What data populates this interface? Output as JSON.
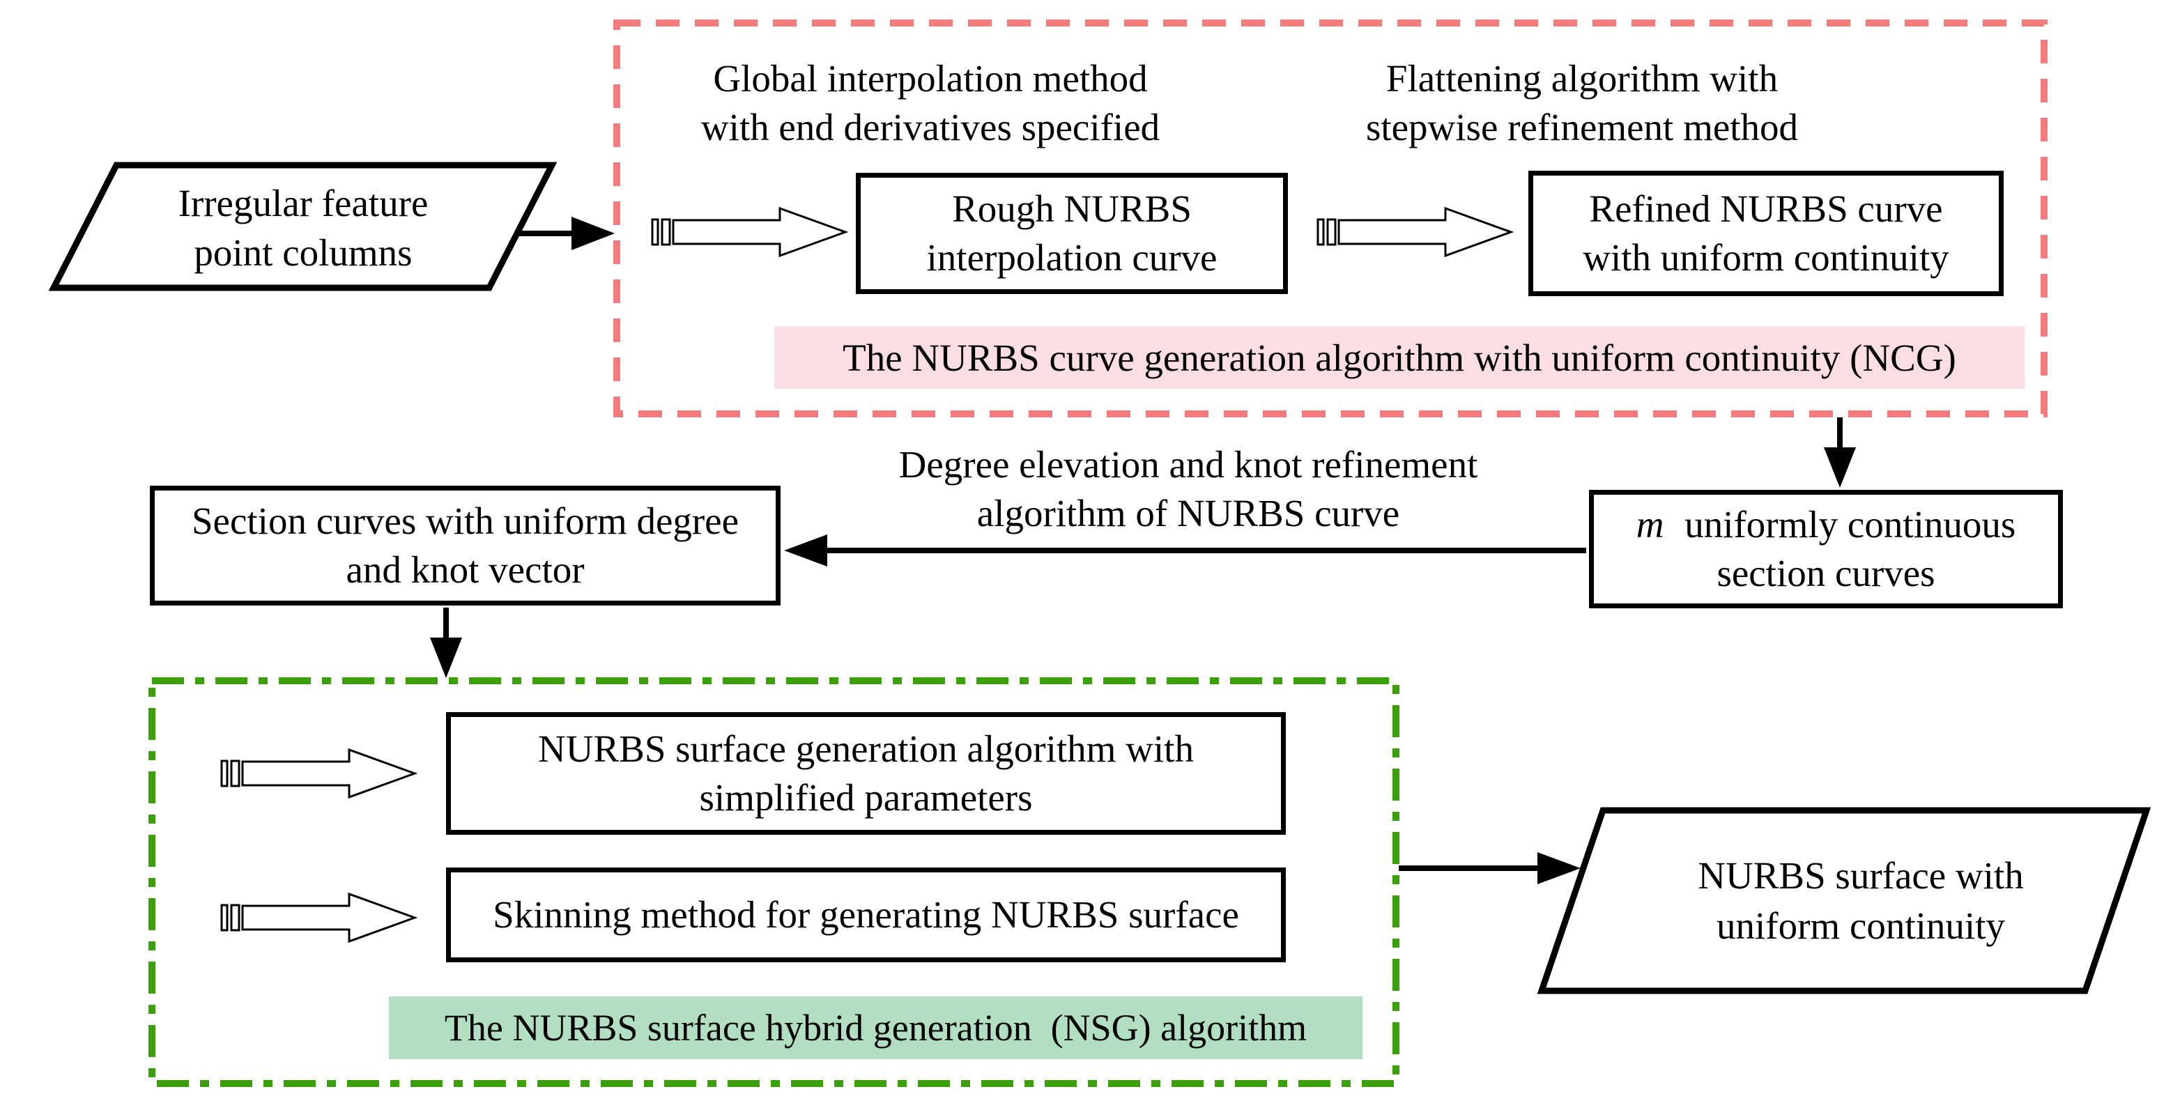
{
  "diagram": {
    "title_domain": "NURBS curve and surface generation flowchart",
    "colors": {
      "background": "#ffffff",
      "line": "#000000",
      "ncg_border": "#F47B7B",
      "ncg_highlight_bg": "#FBDEE3",
      "nsg_border": "#3CA00A",
      "nsg_highlight_bg": "#B2DFC2"
    },
    "icons": {
      "striped_right_arrow": "striped-right-arrow-icon",
      "solid_arrowhead": "arrowhead-icon"
    },
    "nodes": {
      "input_parallelogram": {
        "line1": "Irregular feature",
        "line2": "point columns"
      },
      "caption_global": {
        "line1": "Global interpolation method",
        "line2": "with end derivatives specified"
      },
      "box_rough": {
        "line1": "Rough NURBS",
        "line2": "interpolation curve"
      },
      "caption_flattening": {
        "line1": "Flattening algorithm with",
        "line2": "stepwise refinement method"
      },
      "box_refined": {
        "line1": "Refined NURBS curve",
        "line2": "with uniform continuity"
      },
      "ncg_caption": {
        "text": "The NURBS curve generation algorithm with uniform continuity (NCG)"
      },
      "m_box": {
        "line1_italic": "m",
        "line1_rest": " uniformly continuous",
        "line2": "section curves"
      },
      "label_degree": {
        "line1": "Degree elevation and knot refinement",
        "line2": "algorithm of NURBS curve"
      },
      "section_box": {
        "line1": "Section curves with uniform degree",
        "line2": "and knot vector"
      },
      "box_surface_gen": {
        "line1": "NURBS surface generation algorithm with",
        "line2": "simplified parameters"
      },
      "box_skinning": {
        "text": "Skinning method for generating NURBS surface"
      },
      "nsg_caption": {
        "text": "The NURBS surface hybrid generation  (NSG) algorithm"
      },
      "output_parallelogram": {
        "line1": "NURBS surface with",
        "line2": "uniform continuity"
      }
    }
  }
}
